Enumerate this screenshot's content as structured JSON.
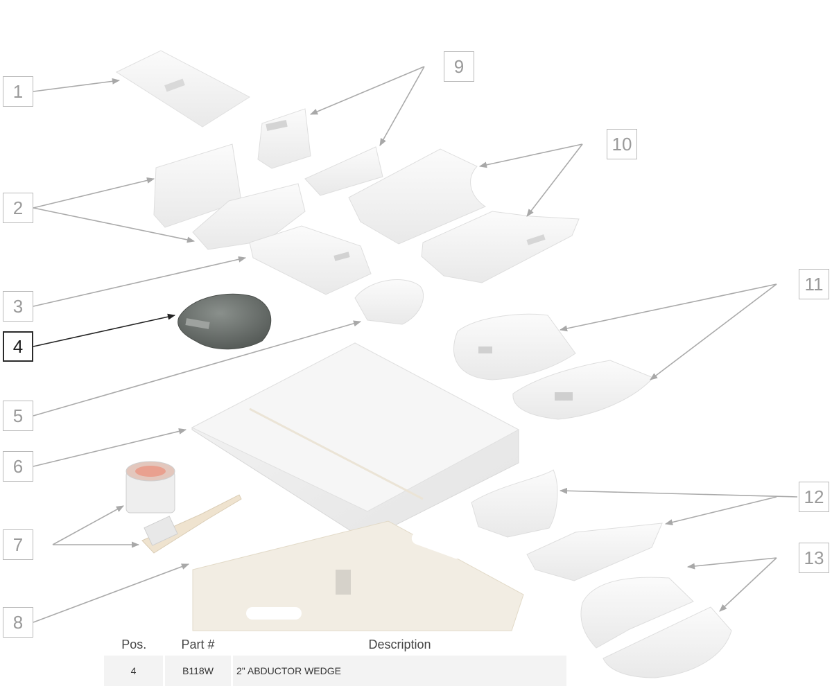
{
  "callouts": [
    "1",
    "2",
    "3",
    "4",
    "5",
    "6",
    "7",
    "8",
    "9",
    "10",
    "11",
    "12",
    "13"
  ],
  "highlighted_callout": "4",
  "table": {
    "headers": {
      "pos": "Pos.",
      "part": "Part #",
      "description": "Description"
    },
    "rows": [
      {
        "pos": "4",
        "part": "B118W",
        "description": "2\" ABDUCTOR WEDGE"
      }
    ]
  },
  "colors": {
    "highlighted_part": "#6e7370",
    "part_fill": "#f2f2f2",
    "leader_line": "#aaaaaa"
  }
}
